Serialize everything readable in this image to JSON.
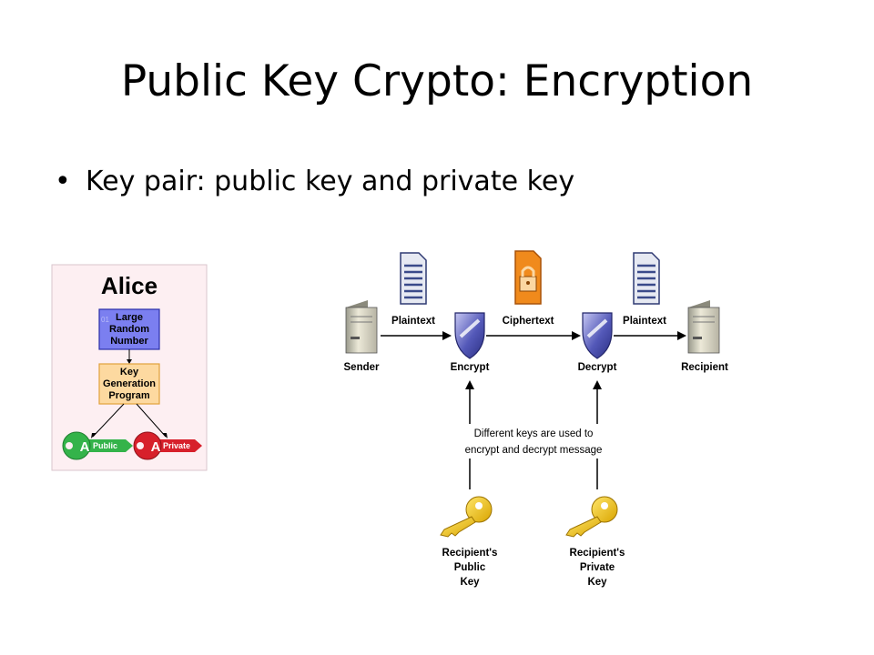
{
  "slide": {
    "title": "Public Key Crypto: Encryption",
    "bullet": "Key pair: public key and private key"
  },
  "alice": {
    "name": "Alice",
    "random_box": [
      "Large",
      "Random",
      "Number"
    ],
    "keygen_box": [
      "Key",
      "Generation",
      "Program"
    ],
    "public_key_label": "Public",
    "private_key_label": "Private",
    "key_letter": "A",
    "colors": {
      "panel": "#fdeff2",
      "random": "#7b7ff0",
      "keygen": "#fdd9a0",
      "public": "#34b34a",
      "private": "#d7202b"
    }
  },
  "flow": {
    "sender": "Sender",
    "encrypt": "Encrypt",
    "decrypt": "Decrypt",
    "recipient": "Recipient",
    "plaintext_1": "Plaintext",
    "ciphertext": "Ciphertext",
    "plaintext_2": "Plaintext",
    "note": [
      "Different keys are used to",
      "encrypt and decrypt message"
    ],
    "public_key": [
      "Recipient's",
      "Public",
      "Key"
    ],
    "private_key": [
      "Recipient's",
      "Private",
      "Key"
    ]
  }
}
